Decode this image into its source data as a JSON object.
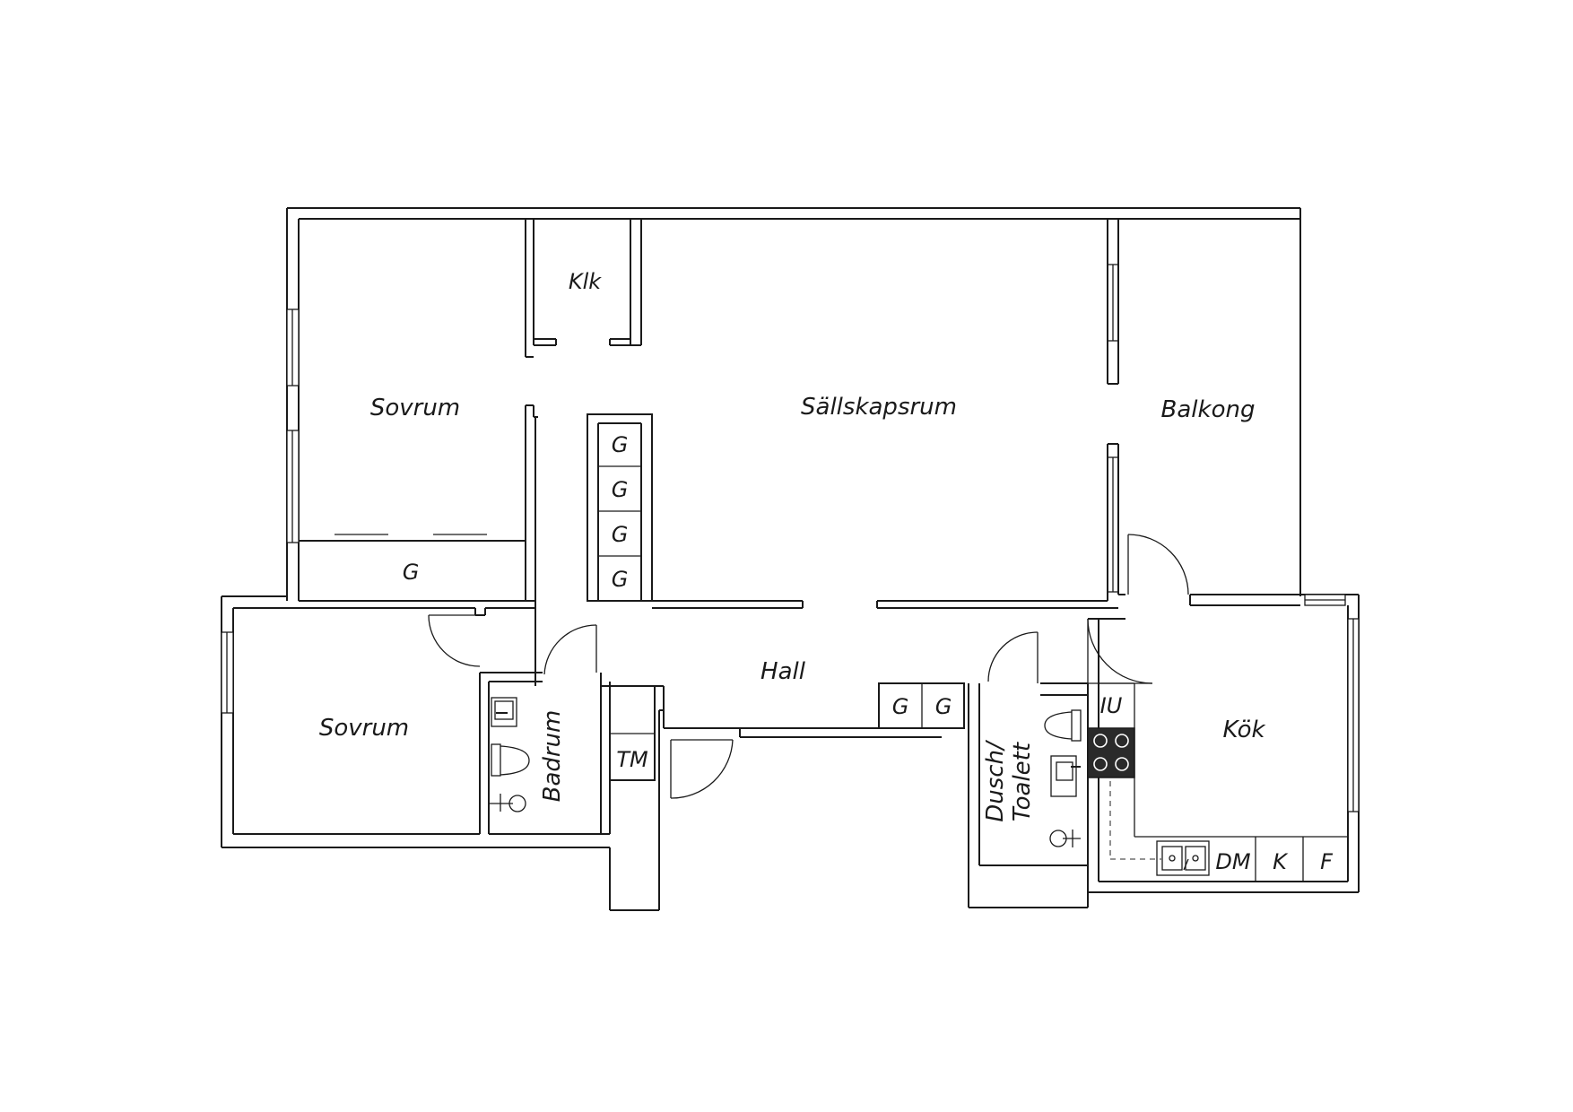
{
  "rooms": {
    "sovrum_top": "Sovrum",
    "klk": "Klk",
    "sallskapsrum": "Sällskapsrum",
    "balkong": "Balkong",
    "sovrum_bottom": "Sovrum",
    "hall": "Hall",
    "badrum": "Badrum",
    "dusch_line1": "Dusch/",
    "dusch_line2": "Toalett",
    "kok": "Kök"
  },
  "fixtures": {
    "wardrobe": "G",
    "laundry": "TM",
    "oven": "IU",
    "dishwasher": "DM",
    "fridge_k": "K",
    "freezer_f": "F"
  }
}
